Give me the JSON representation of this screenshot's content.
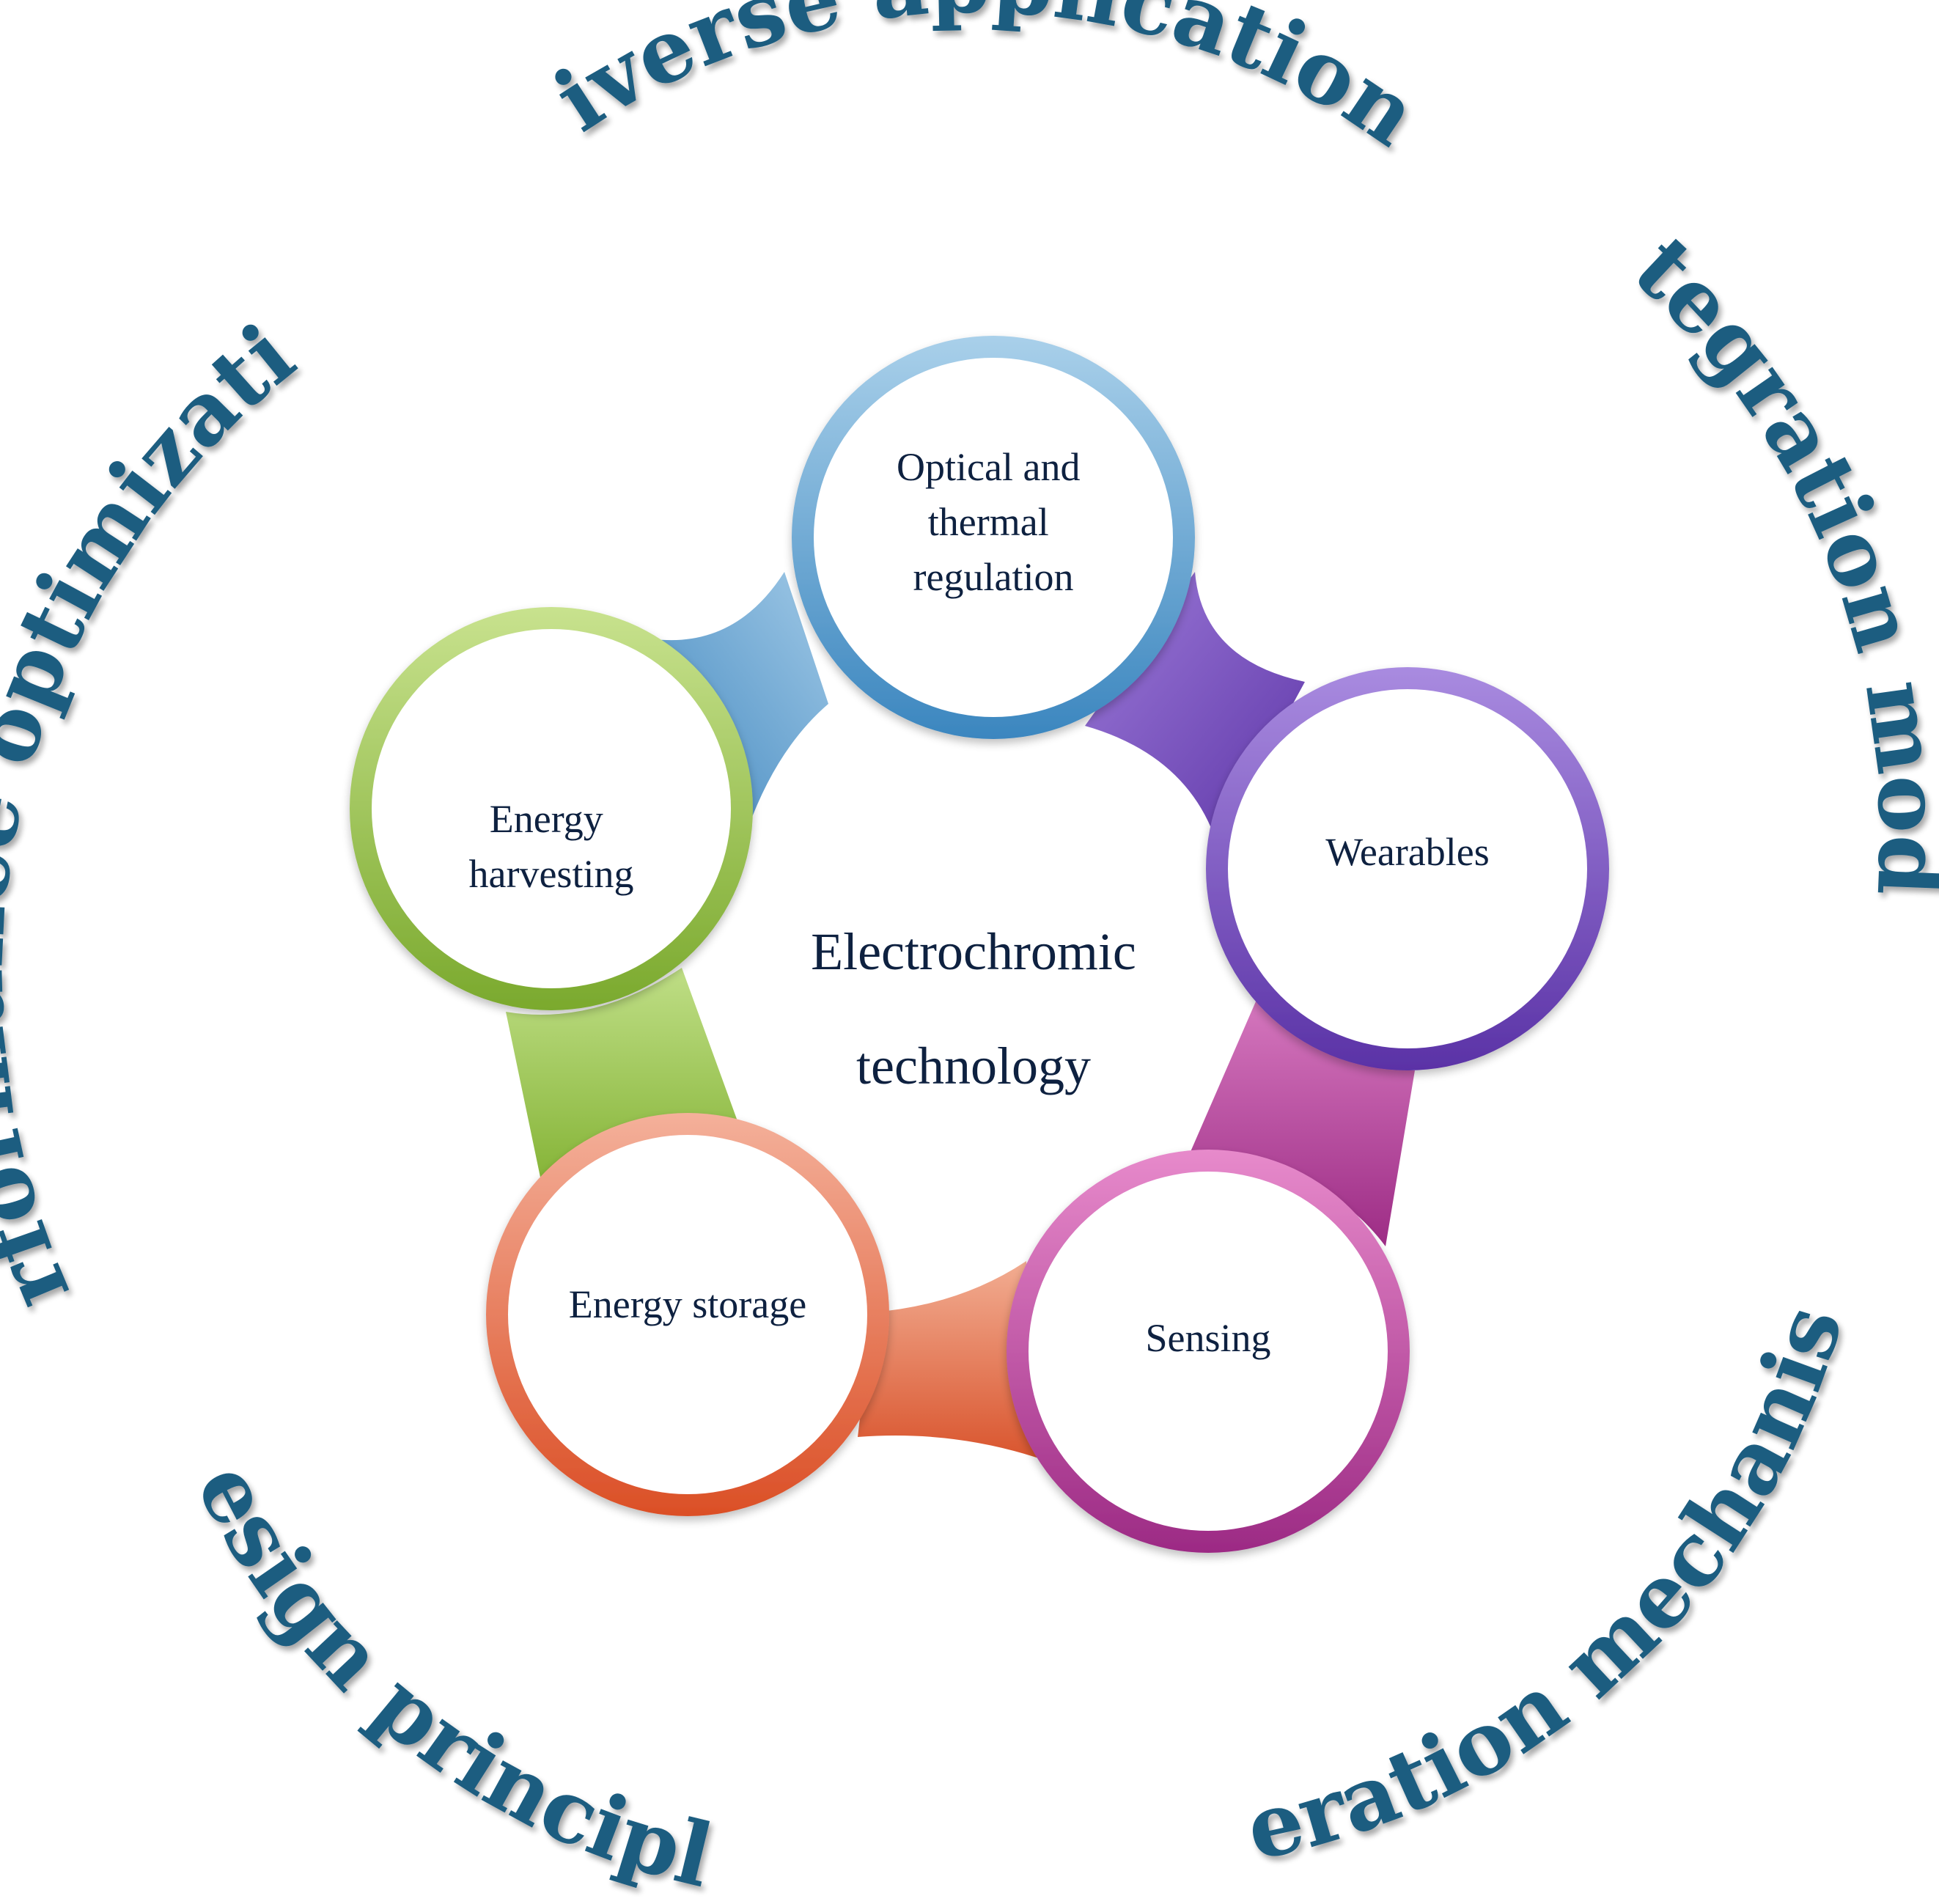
{
  "outer_labels": {
    "top": "Diverse applications",
    "right": "Integration modes",
    "bottom_right": "Operation mechanisms",
    "bottom_left": "Design principles",
    "left": "Performance optimization"
  },
  "center": {
    "line1": "Electrochromic",
    "line2": "technology"
  },
  "nodes": {
    "optical": {
      "line1": "Optical and",
      "line2": "thermal",
      "line3": "regulation",
      "color": "#5b9fcd"
    },
    "wearables": {
      "line1": "Wearables",
      "color": "#7a4fc0"
    },
    "sensing": {
      "line1": "Sensing",
      "color": "#c0489e"
    },
    "storage": {
      "line1": "Energy storage",
      "color": "#e5704a"
    },
    "harvesting": {
      "line1": "Energy",
      "line2": "harvesting",
      "color": "#8dbd3f"
    }
  }
}
